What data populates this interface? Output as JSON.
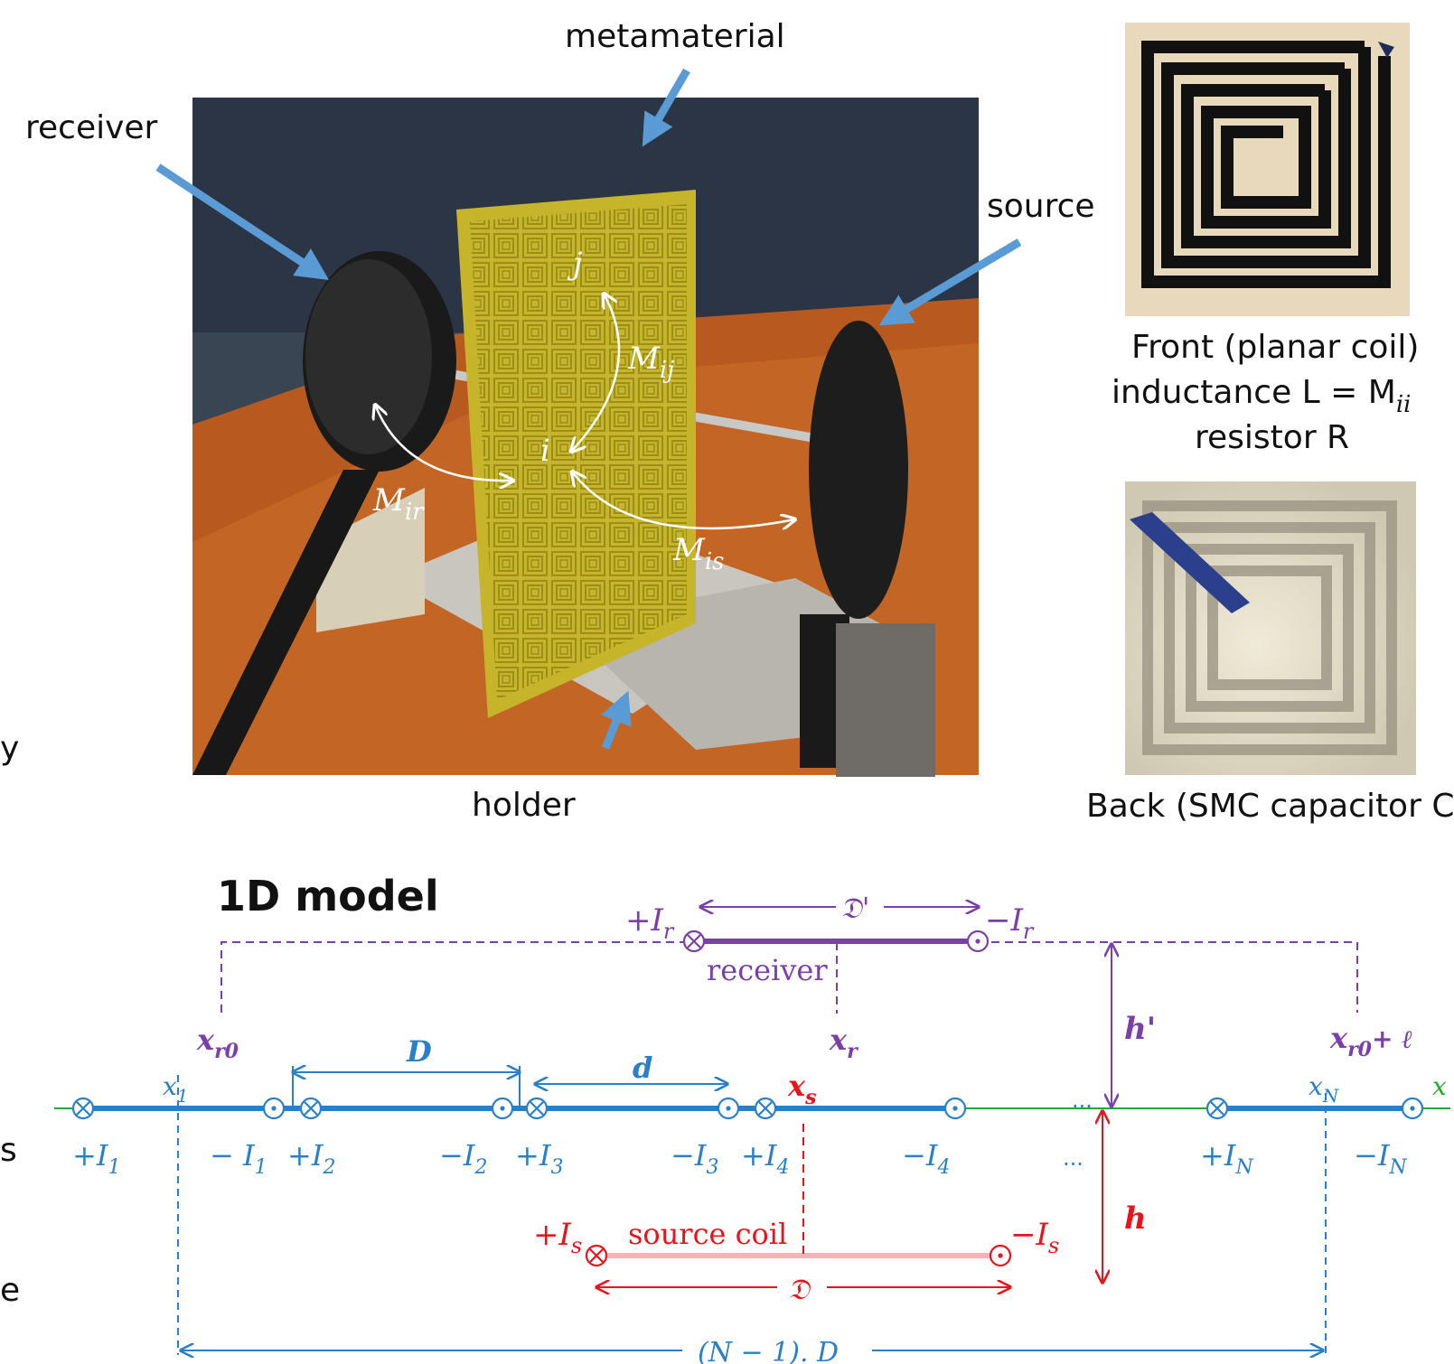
{
  "photo": {
    "labels": {
      "metamaterial": "metamaterial",
      "receiver": "receiver",
      "source": "source",
      "holder": "holder"
    },
    "math": {
      "j": "j",
      "i": "i",
      "Mij": "M",
      "Mij_sub": "ij",
      "Mir": "M",
      "Mir_sub": "ir",
      "Mis": "M",
      "Mis_sub": "is"
    }
  },
  "front": {
    "line1": "Front (planar coil)",
    "line2": "inductance  L = M",
    "line2_sub": "ii",
    "line3": "resistor R"
  },
  "back": {
    "caption": "Back (SMC capacitor C)"
  },
  "model": {
    "title": "1D model",
    "receiver_label": "receiver",
    "source_label": "source coil",
    "plus_Ir": "+I",
    "minus_Ir": "−I",
    "r_sub": "r",
    "plus_Is": "+I",
    "minus_Is": "−I",
    "s_sub": "s",
    "Dprime": "𝔇'",
    "Dsrc": "𝔇",
    "xr0": "x",
    "xr0_sub": "r0",
    "xr": "x",
    "xr_sub": "r",
    "xr0l": "x",
    "xr0l_sub": "r0",
    "xr0l_tail": "+ ℓ",
    "hprime": "h'",
    "h": "h",
    "D": "D",
    "d": "d",
    "x1": "x",
    "x1_sub": "1",
    "xs": "x",
    "xs_sub": "s",
    "xN": "x",
    "xN_sub": "N",
    "ellipsis": "...",
    "total": "(N − 1). D",
    "currents": [
      {
        "text": "+I",
        "sub": "1"
      },
      {
        "text": "− I",
        "sub": "1"
      },
      {
        "text": "+I",
        "sub": "2"
      },
      {
        "text": "−I",
        "sub": "2"
      },
      {
        "text": "+I",
        "sub": "3"
      },
      {
        "text": "−I",
        "sub": "3"
      },
      {
        "text": "+I",
        "sub": "4"
      },
      {
        "text": "−I",
        "sub": "4"
      },
      {
        "text": "+I",
        "sub": "N"
      },
      {
        "text": "−I",
        "sub": "N"
      }
    ],
    "x_edge": "x"
  },
  "left_fragments": [
    "y",
    "s",
    "e"
  ],
  "colors": {
    "blue": "#2a7fc9",
    "purple": "#7b3fa8",
    "red": "#e8141b",
    "green": "#22aa33",
    "arrow": "#5b9bd5"
  }
}
